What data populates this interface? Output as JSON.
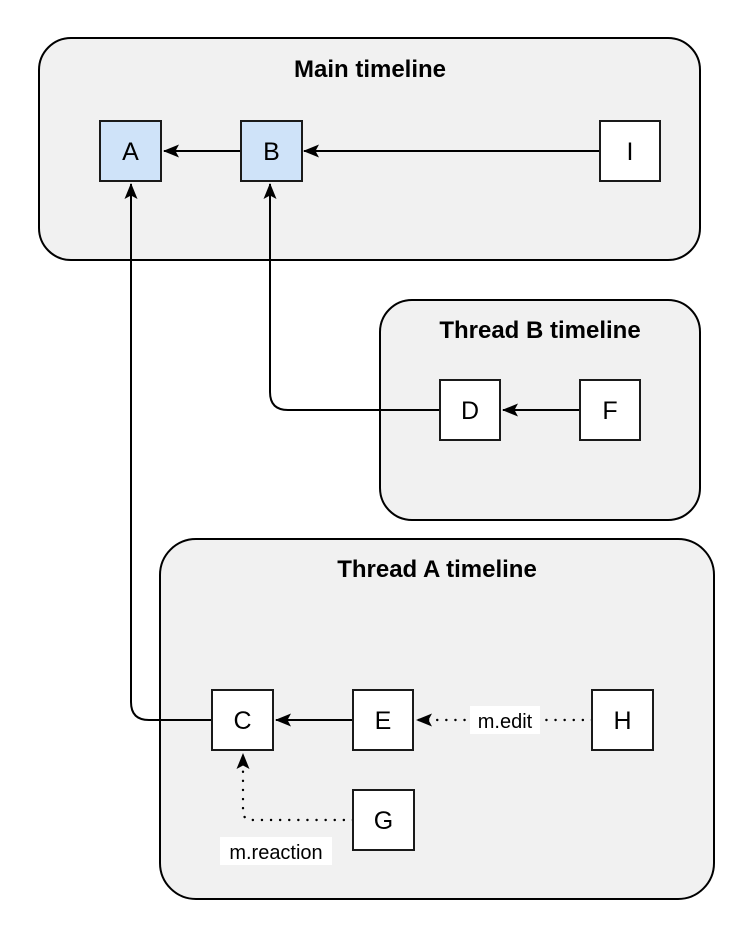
{
  "diagram": {
    "type": "event-graph",
    "colors": {
      "page_background": "#ffffff",
      "container_fill": "#f1f1f1",
      "container_stroke": "#000000",
      "node_fill_default": "#ffffff",
      "node_fill_highlight": "#cfe3f9",
      "node_stroke": "#1a1a1a",
      "edge_stroke": "#000000",
      "label_background": "#ffffff"
    },
    "containers": [
      {
        "id": "main",
        "title": "Main timeline"
      },
      {
        "id": "thread-b",
        "title": "Thread B timeline"
      },
      {
        "id": "thread-a",
        "title": "Thread A timeline"
      }
    ],
    "nodes": [
      {
        "id": "A",
        "label": "A",
        "container": "main",
        "highlighted": true,
        "fill": "#cfe3f9"
      },
      {
        "id": "B",
        "label": "B",
        "container": "main",
        "highlighted": true,
        "fill": "#cfe3f9"
      },
      {
        "id": "I",
        "label": "I",
        "container": "main",
        "highlighted": false,
        "fill": "#ffffff"
      },
      {
        "id": "D",
        "label": "D",
        "container": "thread-b",
        "highlighted": false,
        "fill": "#ffffff"
      },
      {
        "id": "F",
        "label": "F",
        "container": "thread-b",
        "highlighted": false,
        "fill": "#ffffff"
      },
      {
        "id": "C",
        "label": "C",
        "container": "thread-a",
        "highlighted": false,
        "fill": "#ffffff"
      },
      {
        "id": "E",
        "label": "E",
        "container": "thread-a",
        "highlighted": false,
        "fill": "#ffffff"
      },
      {
        "id": "H",
        "label": "H",
        "container": "thread-a",
        "highlighted": false,
        "fill": "#ffffff"
      },
      {
        "id": "G",
        "label": "G",
        "container": "thread-a",
        "highlighted": false,
        "fill": "#ffffff"
      }
    ],
    "edges": [
      {
        "from": "B",
        "to": "A",
        "style": "solid",
        "label": ""
      },
      {
        "from": "I",
        "to": "B",
        "style": "solid",
        "label": ""
      },
      {
        "from": "F",
        "to": "D",
        "style": "solid",
        "label": ""
      },
      {
        "from": "D",
        "to": "B",
        "style": "solid",
        "label": ""
      },
      {
        "from": "E",
        "to": "C",
        "style": "solid",
        "label": ""
      },
      {
        "from": "C",
        "to": "A",
        "style": "solid",
        "label": ""
      },
      {
        "from": "H",
        "to": "E",
        "style": "dotted",
        "label": "m.edit"
      },
      {
        "from": "G",
        "to": "C",
        "style": "dotted",
        "label": "m.reaction"
      }
    ]
  }
}
